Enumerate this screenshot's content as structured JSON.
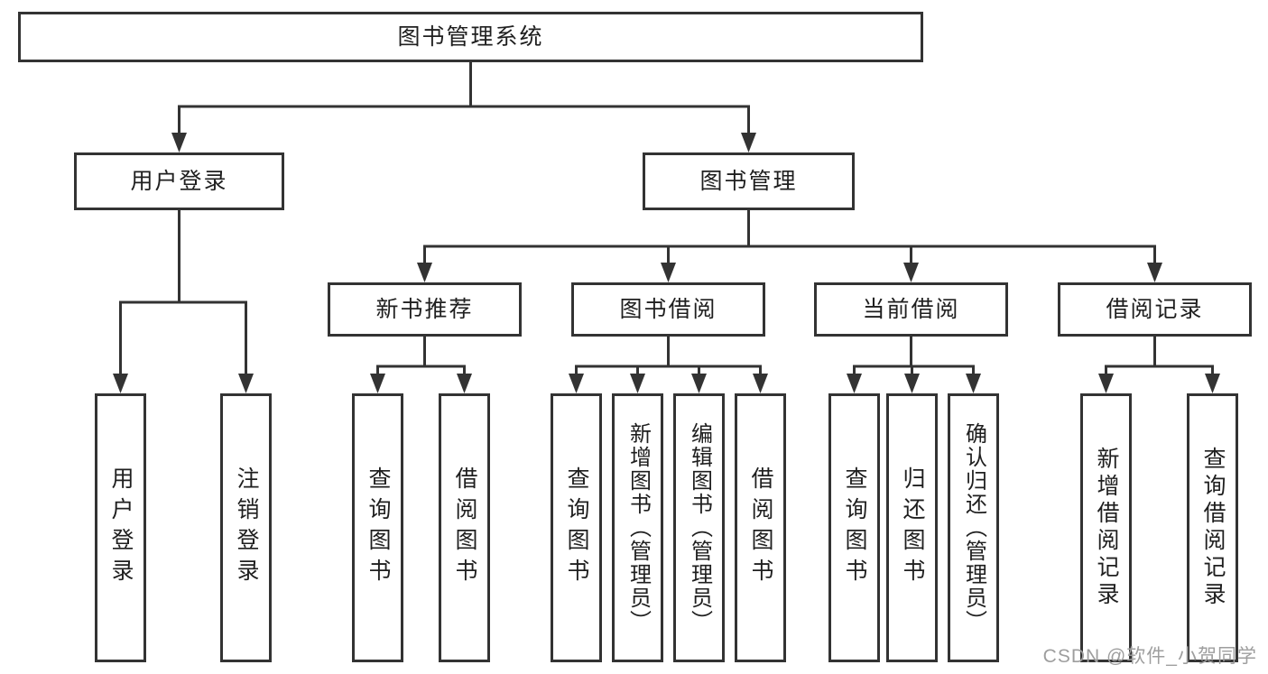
{
  "tree": {
    "label": "图书管理系统",
    "children": [
      {
        "label": "用户登录",
        "children": [
          {
            "label": "用户登录"
          },
          {
            "label": "注销登录"
          }
        ]
      },
      {
        "label": "图书管理",
        "children": [
          {
            "label": "新书推荐",
            "children": [
              {
                "label": "查询图书"
              },
              {
                "label": "借阅图书"
              }
            ]
          },
          {
            "label": "图书借阅",
            "children": [
              {
                "label": "查询图书"
              },
              {
                "label": "新增图书（管理员）"
              },
              {
                "label": "编辑图书（管理员）"
              },
              {
                "label": "借阅图书"
              }
            ]
          },
          {
            "label": "当前借阅",
            "children": [
              {
                "label": "查询图书"
              },
              {
                "label": "归还图书"
              },
              {
                "label": "确认归还（管理员）"
              }
            ]
          },
          {
            "label": "借阅记录",
            "children": [
              {
                "label": "新增借阅记录"
              },
              {
                "label": "查询借阅记录"
              }
            ]
          }
        ]
      }
    ]
  },
  "watermark": {
    "text": "CSDN @软件_小贺同学"
  },
  "colors": {
    "line": "#333333",
    "text": "#1f1f1f",
    "watermark": "#9e9e9e",
    "background": "#ffffff"
  }
}
